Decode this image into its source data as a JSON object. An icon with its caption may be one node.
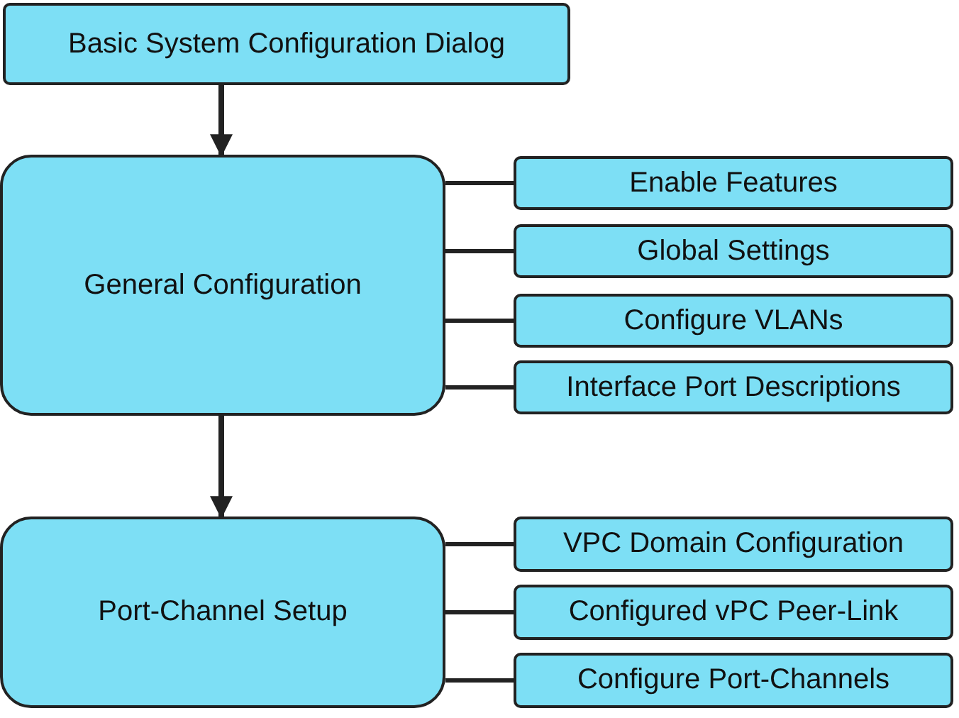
{
  "diagram": {
    "nodes": [
      {
        "text": [
          "Basic System Configuration Dialog"
        ]
      },
      {
        "text": [
          "General Configuration"
        ]
      },
      {
        "text": [
          "Enable Features"
        ]
      },
      {
        "text": [
          "Global Settings"
        ]
      },
      {
        "text": [
          "Configure VLANs"
        ]
      },
      {
        "text": [
          "Interface Port Descriptions"
        ]
      },
      {
        "text": [
          "Port-Channel Setup"
        ]
      },
      {
        "text": [
          "VPC Domain Configuration"
        ]
      },
      {
        "text": [
          "Configured vPC Peer-Link"
        ]
      },
      {
        "text": [
          "Configure Port-Channels"
        ]
      }
    ],
    "edges": [
      {
        "from": 0,
        "to": 1,
        "arrow": "to"
      },
      {
        "from": 1,
        "to": 2,
        "arrow": "none"
      },
      {
        "from": 1,
        "to": 3,
        "arrow": "none"
      },
      {
        "from": 1,
        "to": 4,
        "arrow": "none"
      },
      {
        "from": 1,
        "to": 5,
        "arrow": "none"
      },
      {
        "from": 1,
        "to": 6,
        "arrow": "to"
      },
      {
        "from": 6,
        "to": 7,
        "arrow": "none"
      },
      {
        "from": 6,
        "to": 8,
        "arrow": "none"
      },
      {
        "from": 6,
        "to": 9,
        "arrow": "none"
      }
    ]
  }
}
